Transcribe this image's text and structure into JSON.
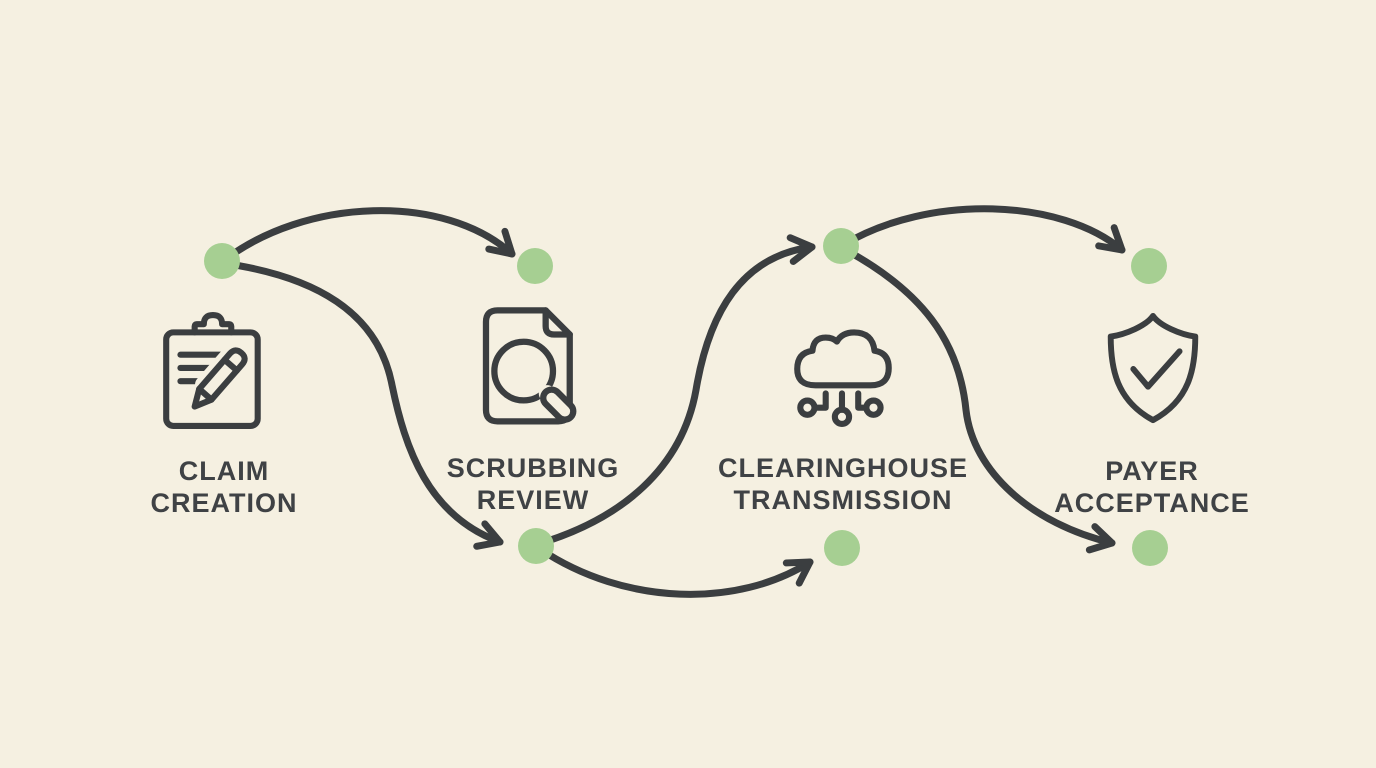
{
  "diagram": {
    "type": "process-flow",
    "stages": [
      {
        "label": "CLAIM\nCREATION",
        "icon": "clipboard-pencil-icon"
      },
      {
        "label": "SCRUBBING\nREVIEW",
        "icon": "document-magnifier-icon"
      },
      {
        "label": "CLEARINGHOUSE\nTRANSMISSION",
        "icon": "cloud-network-icon"
      },
      {
        "label": "PAYER\nACCEPTANCE",
        "icon": "shield-check-icon"
      }
    ],
    "connections": [
      {
        "from": "CLAIM CREATION",
        "to": "SCRUBBING REVIEW"
      },
      {
        "from": "CLAIM CREATION",
        "to": "SCRUBBING REVIEW"
      },
      {
        "from": "SCRUBBING REVIEW",
        "to": "CLEARINGHOUSE TRANSMISSION"
      },
      {
        "from": "SCRUBBING REVIEW",
        "to": "CLEARINGHOUSE TRANSMISSION"
      },
      {
        "from": "CLEARINGHOUSE TRANSMISSION",
        "to": "PAYER ACCEPTANCE"
      },
      {
        "from": "CLEARINGHOUSE TRANSMISSION",
        "to": "PAYER ACCEPTANCE"
      }
    ],
    "colors": {
      "background": "#f5f0e1",
      "line": "#3b3e40",
      "node": "#a6cf92",
      "text": "#3f4245"
    }
  }
}
